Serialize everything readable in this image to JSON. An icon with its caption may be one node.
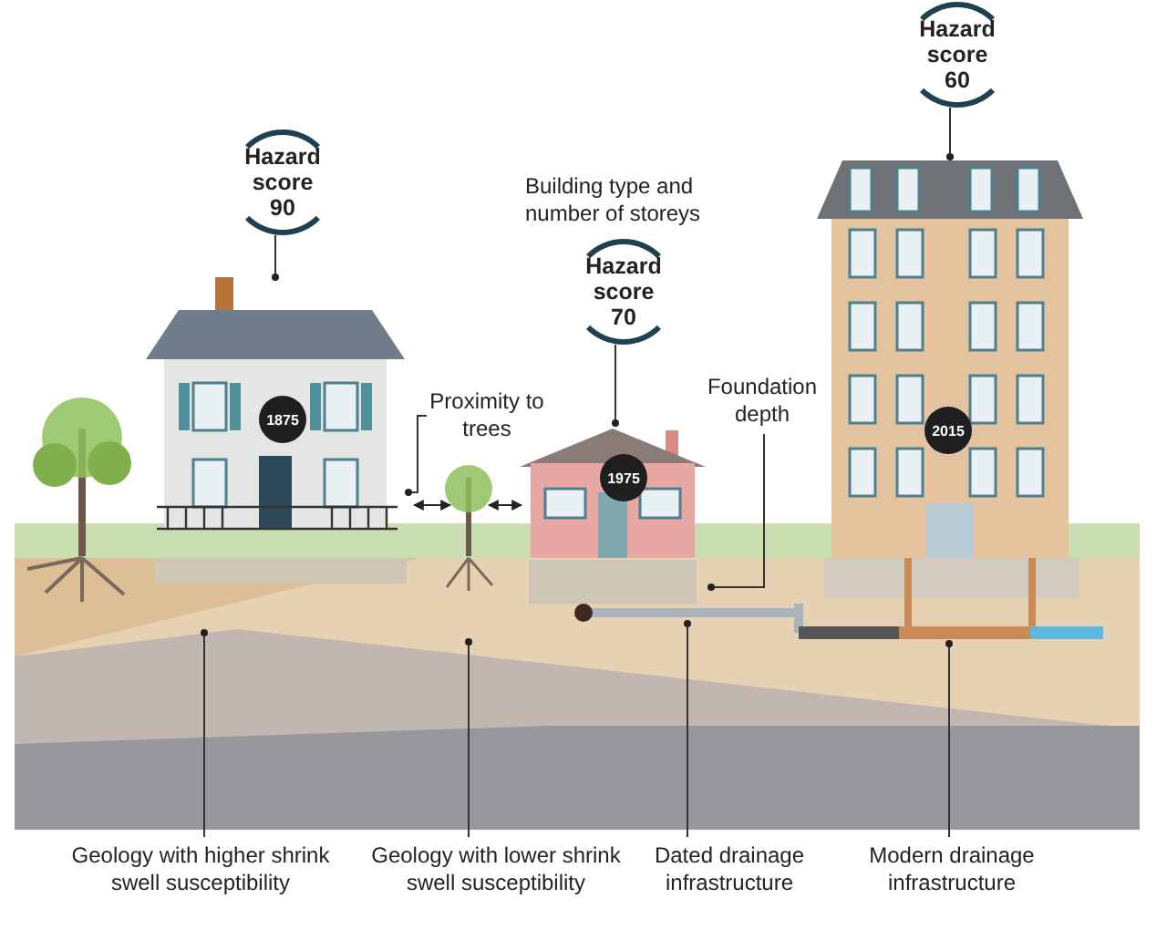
{
  "diagram": {
    "nodes": [
      {
        "text": [
          "Hazard score 60"
        ]
      },
      {
        "text": [
          "Hazard score 90"
        ]
      },
      {
        "text": [
          "Hazard score 70"
        ]
      },
      {
        "text": [
          "Proximity to trees"
        ]
      },
      {
        "text": [
          "Foundation depth"
        ]
      },
      {
        "text": [
          "Geology with higher shrink swell susceptibility"
        ]
      },
      {
        "text": [
          "Geology with lower shrink swell susceptibility"
        ]
      },
      {
        "text": [
          "Dated drainage infrastructure"
        ]
      },
      {
        "text": [
          "Modern drainage infrastructure"
        ]
      },
      {
        "text": [],
        "shape": "picture"
      },
      {
        "text": [],
        "shape": "picture"
      },
      {
        "text": [],
        "shape": "picture"
      },
      {
        "text": [],
        "shape": "picture"
      },
      {
        "text": [],
        "shape": "picture"
      }
    ],
    "edges": [
      {
        "from": 0,
        "to": 11,
        "arrow": "other"
      },
      {
        "from": 1,
        "to": 9,
        "arrow": "other"
      },
      {
        "from": 2,
        "to": 10,
        "arrow": "other"
      },
      {
        "from": 3,
        "to": 9,
        "arrow": "other"
      },
      {
        "from": 4,
        "to": 10,
        "arrow": "other"
      },
      {
        "from": 5,
        "to": null,
        "arrow": "other"
      },
      {
        "from": 6,
        "to": null,
        "arrow": "other"
      },
      {
        "from": 7,
        "to": 12,
        "arrow": "other"
      },
      {
        "from": 8,
        "to": 13,
        "arrow": "other"
      }
    ],
    "labels": [
      "Building type and number of storeys",
      "1875",
      "1975",
      "2015"
    ]
  }
}
